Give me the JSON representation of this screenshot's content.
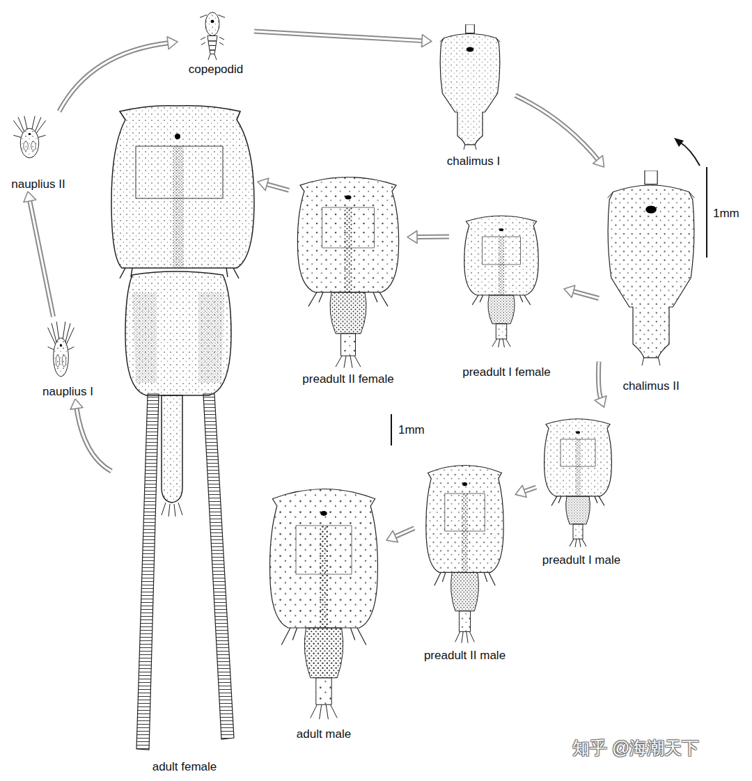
{
  "diagram": {
    "nodes": [
      {
        "text": [
          "copepodid"
        ]
      },
      {
        "text": [
          "chalimus I"
        ]
      },
      {
        "text": [
          "chalimus II"
        ]
      },
      {
        "text": [
          "preadult I female"
        ]
      },
      {
        "text": [
          "preadult II female"
        ]
      },
      {
        "text": [
          "adult female"
        ]
      },
      {
        "text": [
          "nauplius I"
        ]
      },
      {
        "text": [
          "nauplius II"
        ]
      },
      {
        "text": [
          "preadult I male"
        ]
      },
      {
        "text": [
          "preadult II male"
        ]
      },
      {
        "text": [
          "adult male"
        ]
      }
    ],
    "edges": [
      {
        "from": 7,
        "to": 0,
        "arrow": "to"
      },
      {
        "from": 0,
        "to": 1,
        "arrow": "to"
      },
      {
        "from": 1,
        "to": 2,
        "arrow": "to"
      },
      {
        "from": 2,
        "to": 3,
        "arrow": "to"
      },
      {
        "from": 3,
        "to": 4,
        "arrow": "to"
      },
      {
        "from": 4,
        "to": 5,
        "arrow": "to"
      },
      {
        "from": 5,
        "to": 6,
        "arrow": "to"
      },
      {
        "from": 6,
        "to": 7,
        "arrow": "to"
      },
      {
        "from": 2,
        "to": 8,
        "arrow": "to"
      },
      {
        "from": 8,
        "to": 9,
        "arrow": "to"
      },
      {
        "from": 9,
        "to": 10,
        "arrow": "to"
      }
    ],
    "labels": [
      "1mm",
      "1mm",
      "知乎 @海潮天下"
    ]
  }
}
